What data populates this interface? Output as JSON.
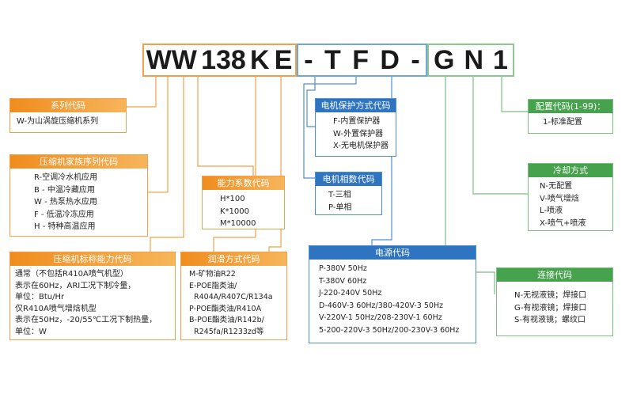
{
  "model_code": {
    "group1": [
      "WW",
      "138",
      "K",
      "E"
    ],
    "group2": [
      "-",
      "T",
      "F",
      "D",
      "-"
    ],
    "group3": [
      "G",
      "N",
      "1"
    ]
  },
  "boxes": {
    "series": {
      "title": "系列代码",
      "lines": [
        "W-为山涡旋压缩机系列"
      ]
    },
    "family": {
      "title": "压缩机家族序列代码",
      "lines": [
        "R-空调冷水机应用",
        "B - 中温冷藏应用",
        "W - 热泵热水应用",
        "F - 低温冷冻应用",
        "H - 特种高温应用"
      ]
    },
    "capacity_code": {
      "title": "压缩机标称能力代码",
      "lines": [
        "通常（不包括R410A喷气机型）",
        "表示在60Hz，ARI工况下制冷量，",
        "单位：Btu/Hr",
        "仅R410A喷气增焓机型",
        "表示在50Hz，-20/55℃工况下制热量，",
        "单位：W"
      ]
    },
    "coefficient": {
      "title": "能力系数代码",
      "lines": [
        "H*100",
        "K*1000",
        "M*10000"
      ]
    },
    "lubricant": {
      "title": "润滑方式代码",
      "lines": [
        "M-矿物油R22",
        "E-POE脂类油/",
        "  R404A/R407C/R134a",
        "P-POE酯类油/R410A",
        "B-POE酯类油/R142b/",
        "  R245fa/R1233zd等"
      ]
    },
    "motor_protection": {
      "title": "电机保护方式代码",
      "lines": [
        "F-内置保护器",
        "W-外置保护器",
        "X-无电机保护器"
      ]
    },
    "motor_phase": {
      "title": "电机相数代码",
      "lines": [
        "T-三相",
        "P-单相"
      ]
    },
    "power": {
      "title": "电源代码",
      "lines": [
        "P-380V 50Hz",
        "T-380V 60Hz",
        "J-220-240V 50Hz",
        "D-460V-3 60Hz/380-420V-3 50Hz",
        "V-220V-1 50Hz/208-230V-1 60Hz",
        "5-200-220V-3 50Hz/200-230V-3 60Hz"
      ]
    },
    "config": {
      "title": "配置代码(1-99)：",
      "lines": [
        "1-标准配置"
      ]
    },
    "cooling": {
      "title": "冷却方式",
      "lines": [
        "N-无配置",
        "V-喷气增焓",
        "L-喷液",
        "X-喷气+喷液"
      ]
    },
    "connection": {
      "title": "连接代码",
      "lines": [
        "N-无视液镜；焊接口",
        "G-有视液镜；焊接口",
        "S-有视液镜；螺纹口"
      ]
    }
  },
  "colors": {
    "orange": "#f08c1e",
    "blue": "#2f74c0",
    "green": "#46a24d"
  }
}
